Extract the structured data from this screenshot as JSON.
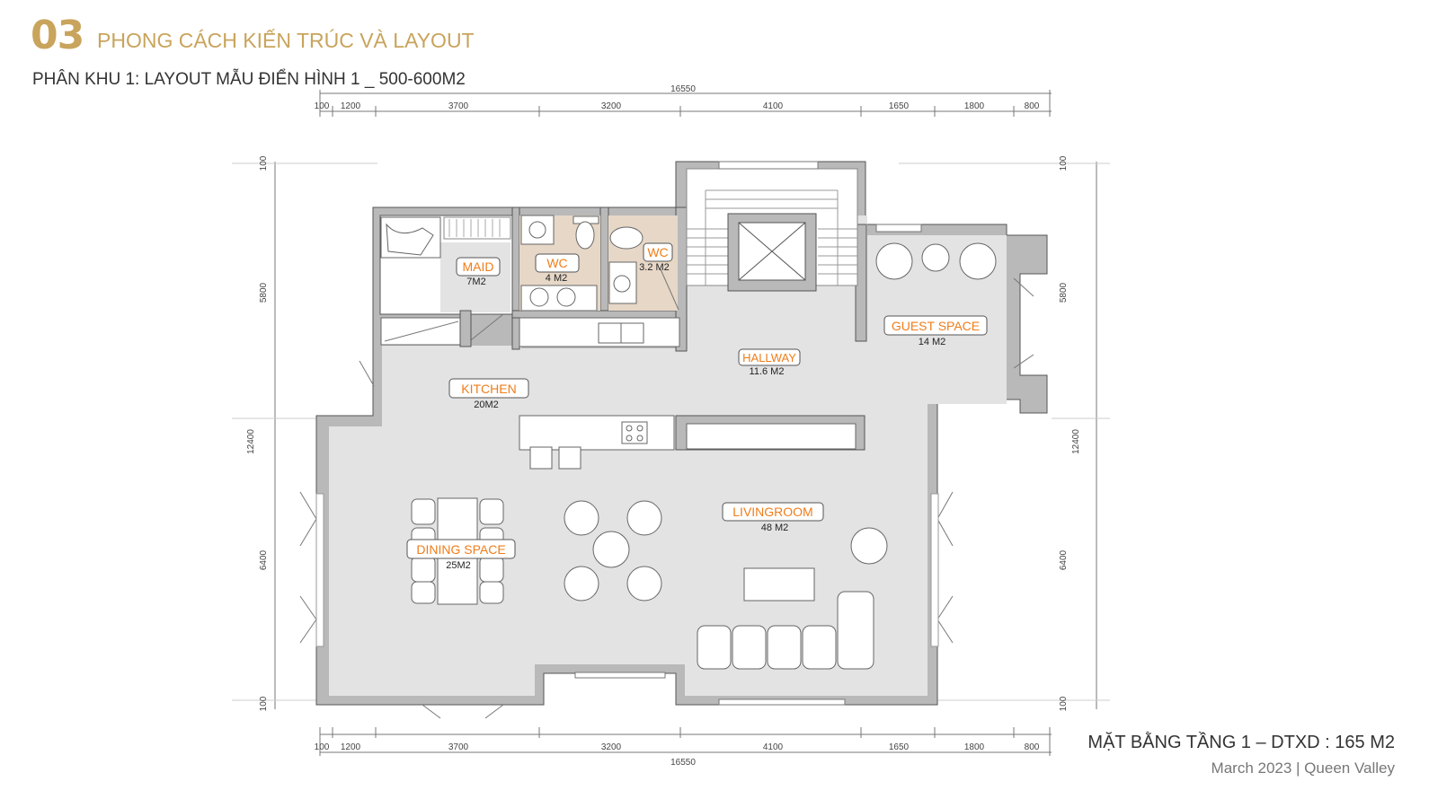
{
  "header": {
    "number": "03",
    "title": "PHONG CÁCH KIẾN TRÚC VÀ LAYOUT",
    "subtitle": "PHÂN KHU 1: LAYOUT MẪU ĐIỂN HÌNH 1 _ 500-600M2"
  },
  "dimensions": {
    "top_total": "16550",
    "top_segments": [
      "100",
      "1200",
      "3700",
      "3200",
      "4100",
      "1650",
      "1800",
      "800"
    ],
    "bottom_total": "16550",
    "bottom_segments": [
      "100",
      "1200",
      "3700",
      "3200",
      "4100",
      "1650",
      "1800",
      "800"
    ],
    "left": [
      "100",
      "5800",
      "12400",
      "6400",
      "100"
    ],
    "right": [
      "100",
      "5800",
      "12400",
      "6400",
      "100"
    ]
  },
  "rooms": {
    "maid": {
      "name": "MAID",
      "area": "7M2"
    },
    "wc1": {
      "name": "WC",
      "area": "4 M2"
    },
    "wc2": {
      "name": "WC",
      "area": "3.2 M2"
    },
    "guest": {
      "name": "GUEST SPACE",
      "area": "14 M2"
    },
    "hallway": {
      "name": "HALLWAY",
      "area": "11.6 M2"
    },
    "kitchen": {
      "name": "KITCHEN",
      "area": "20M2"
    },
    "living": {
      "name": "LIVINGROOM",
      "area": "48 M2"
    },
    "dining": {
      "name": "DINING SPACE",
      "area": "25M2"
    }
  },
  "caption": {
    "title": "MẶT BẰNG TẦNG 1 – DTXD : 165 M2",
    "subtitle": "March 2023  |  Queen Valley"
  },
  "colors": {
    "accent": "#c9a45c",
    "room_label": "#f07d1a",
    "floor": "#e3e3e3",
    "wall": "#b9b9b9",
    "wet_area": "#e6d7c7"
  }
}
